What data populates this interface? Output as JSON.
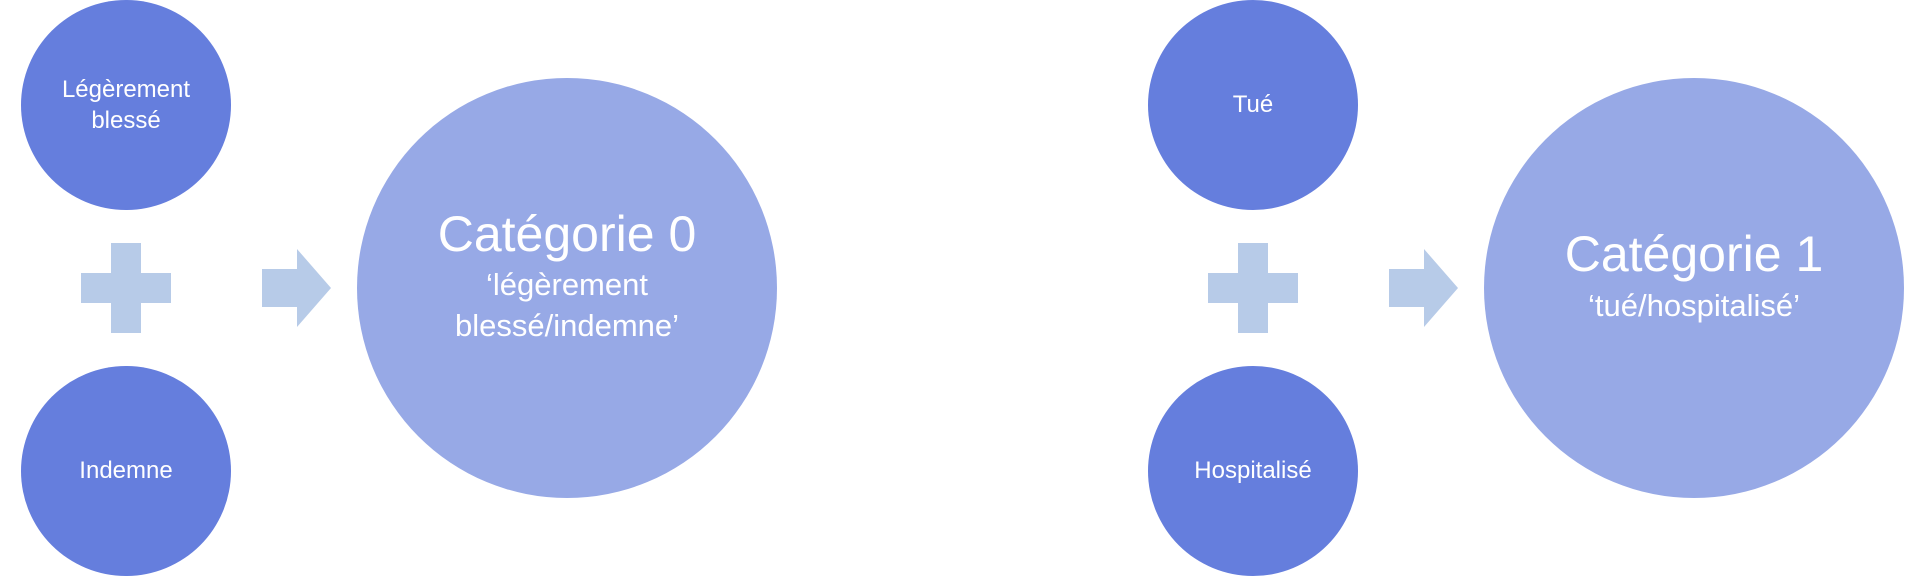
{
  "colors": {
    "small_circle": "#657edd",
    "big_circle": "#97a9e6",
    "connector": "#b7cbe8",
    "text": "#ffffff"
  },
  "left": {
    "top_circle": "Légèrement blessé",
    "bottom_circle": "Indemne",
    "result_title": "Catégorie 0",
    "result_subtitle": "‘légèrement blessé/indemne’"
  },
  "right": {
    "top_circle": "Tué",
    "bottom_circle": "Hospitalisé",
    "result_title": "Catégorie 1",
    "result_subtitle": "‘tué/hospitalisé’"
  }
}
